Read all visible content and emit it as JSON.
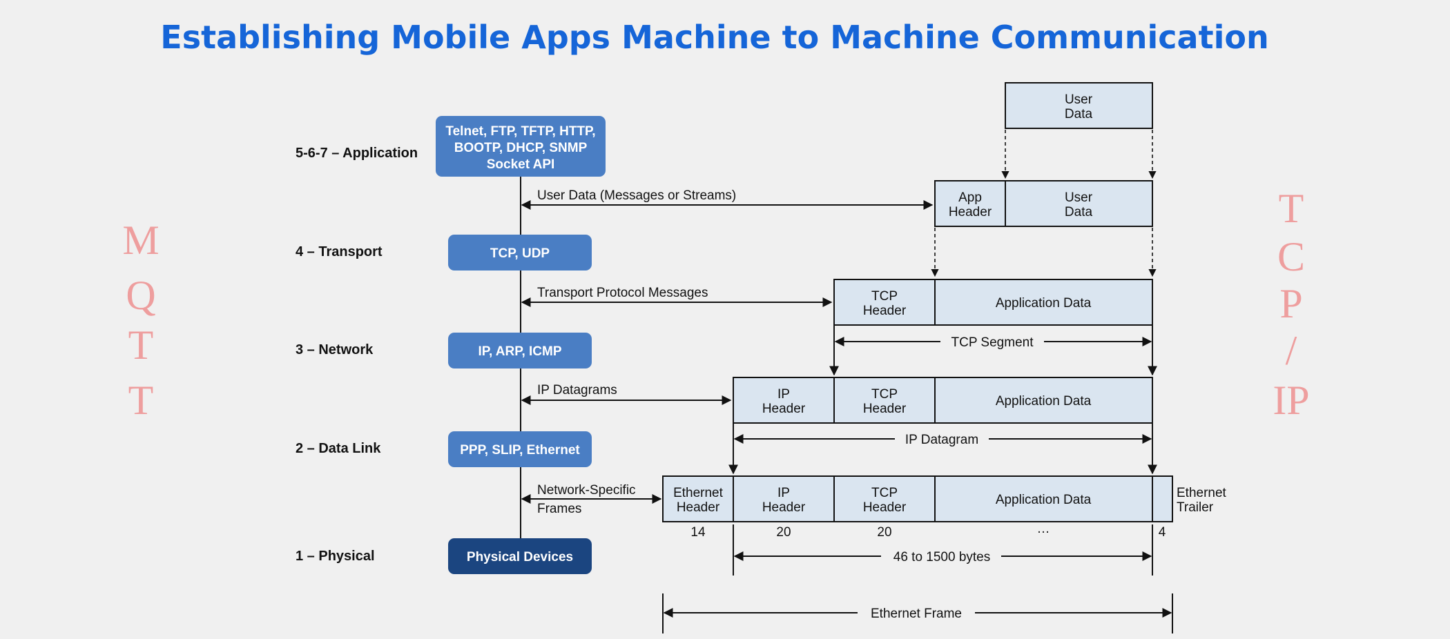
{
  "title": "Establishing Mobile Apps Machine to Machine Communication",
  "side_left": [
    "M",
    "Q",
    "T",
    "T"
  ],
  "side_right": [
    "T",
    "C",
    "P",
    "/",
    "IP"
  ],
  "layers": [
    {
      "name": "5-6-7 – Application",
      "protocols": [
        "Telnet, FTP, TFTP, HTTP,",
        "BOOTP, DHCP, SNMP",
        "Socket API"
      ]
    },
    {
      "name": "4 – Transport",
      "protocols": [
        "TCP, UDP"
      ]
    },
    {
      "name": "3 – Network",
      "protocols": [
        "IP, ARP, ICMP"
      ]
    },
    {
      "name": "2 – Data Link",
      "protocols": [
        "PPP, SLIP, Ethernet"
      ]
    },
    {
      "name": "1 – Physical",
      "protocols": [
        "Physical Devices"
      ]
    }
  ],
  "flows": [
    [
      "User Data (Messages or Streams)"
    ],
    [
      "Transport Protocol Messages"
    ],
    [
      "IP Datagrams"
    ],
    [
      "Network-Specific",
      "Frames"
    ]
  ],
  "packets": {
    "user_data": [
      "User",
      "Data"
    ],
    "app_header": [
      "App",
      "Header"
    ],
    "tcp_header": [
      "TCP",
      "Header"
    ],
    "ip_header": [
      "IP",
      "Header"
    ],
    "ethernet_header": [
      "Ethernet",
      "Header"
    ],
    "application_data": "Application Data",
    "ethernet_trailer": [
      "Ethernet",
      "Trailer"
    ]
  },
  "byte_sizes": [
    "14",
    "20",
    "20",
    "…",
    "4"
  ],
  "spans": {
    "tcp_segment": "TCP Segment",
    "ip_datagram": "IP Datagram",
    "payload_range": "46 to 1500 bytes",
    "ethernet_frame": "Ethernet Frame"
  },
  "colors": {
    "title": "#1565d8",
    "protocol_box": "#4a7ec4",
    "physical_box": "#1b4580",
    "packet_cell": "#dae5f0",
    "side_text": "#ee9e9e",
    "background": "#f0f0f0"
  }
}
